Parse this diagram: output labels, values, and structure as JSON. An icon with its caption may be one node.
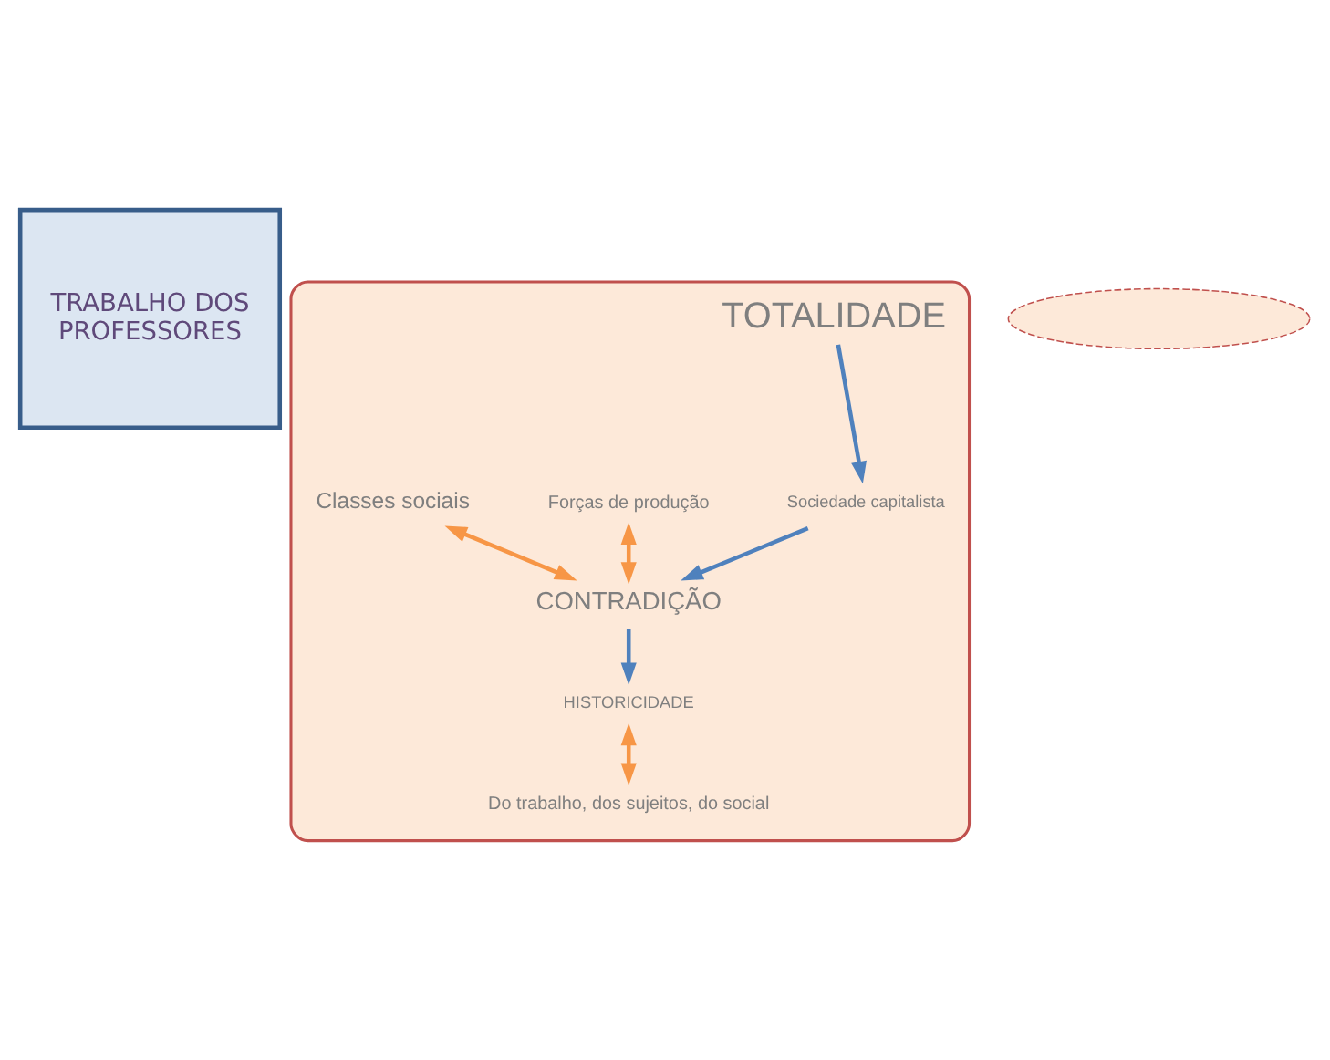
{
  "diagram": {
    "nodes": [
      {
        "text": [
          "TRABALHO DOS",
          "PROFESSORES"
        ]
      },
      {
        "text": [],
        "shape": "ellipse"
      },
      {
        "text": [
          "TOTALIDADE"
        ],
        "in": 1
      },
      {
        "text": [
          "Sociedade capitalista"
        ],
        "in": 1
      },
      {
        "text": [
          "CONTRADIÇÃO"
        ],
        "in": 1
      },
      {
        "text": [
          "HISTORICIDADE"
        ],
        "in": 1
      },
      {
        "text": [
          "Forças de produção"
        ],
        "in": 1
      },
      {
        "text": [
          "Classes sociais"
        ],
        "in": 1
      },
      {
        "text": [
          "Do trabalho, dos sujeitos, do social"
        ],
        "in": 1
      },
      {
        "text": [],
        "shape": "ellipse"
      }
    ],
    "edges": [
      {
        "from": 2,
        "to": 3,
        "arrow": "to",
        "color": "#4f81bd"
      },
      {
        "from": 3,
        "to": 4,
        "arrow": "to",
        "color": "#4f81bd"
      },
      {
        "from": 4,
        "to": 5,
        "arrow": "to",
        "color": "#4f81bd"
      },
      {
        "from": 6,
        "to": 4,
        "arrow": "both",
        "color": "#f79646"
      },
      {
        "from": 7,
        "to": 4,
        "arrow": "both",
        "color": "#f79646"
      },
      {
        "from": 5,
        "to": 8,
        "arrow": "both",
        "color": "#f79646"
      }
    ]
  }
}
